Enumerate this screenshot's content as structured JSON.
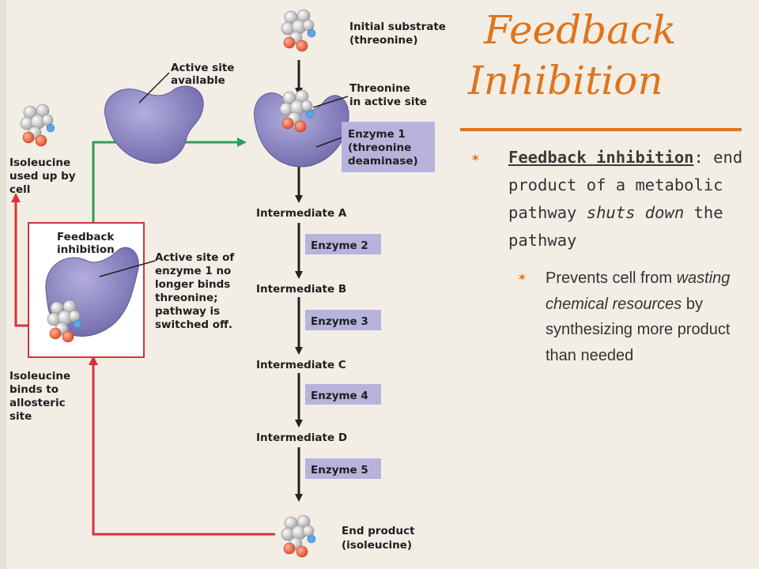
{
  "slide": {
    "title_line1": "Feedback",
    "title_line2": "Inhibition",
    "bullet1": {
      "term": "Feedback inhibition",
      "after_term": ": end product of a metabolic pathway ",
      "emphasis": "shuts down",
      "after_emphasis": " the pathway"
    },
    "bullet2": {
      "before": "Prevents cell from ",
      "emphasis": "wasting chemical resources",
      "after": " by synthesizing more product than needed"
    }
  },
  "diagram": {
    "substrate_line1": "Initial substrate",
    "substrate_line2": "(threonine)",
    "active_site_available_line1": "Active site",
    "active_site_available_line2": "available",
    "threonine_active_line1": "Threonine",
    "threonine_active_line2": "in active site",
    "enzyme1_line1": "Enzyme 1",
    "enzyme1_line2": "(threonine",
    "enzyme1_line3": "deaminase)",
    "isoleucine_used_line1": "Isoleucine",
    "isoleucine_used_line2": "used up by",
    "isoleucine_used_line3": "cell",
    "feedback_label_line1": "Feedback",
    "feedback_label_line2": "inhibition",
    "active_site_no_longer_line1": "Active site of",
    "active_site_no_longer_line2": "enzyme 1 no",
    "active_site_no_longer_line3": "longer binds",
    "active_site_no_longer_line4": "threonine;",
    "active_site_no_longer_line5": "pathway is",
    "active_site_no_longer_line6": "switched off.",
    "isoleucine_binds_line1": "Isoleucine",
    "isoleucine_binds_line2": "binds to",
    "isoleucine_binds_line3": "allosteric",
    "isoleucine_binds_line4": "site",
    "intermediate_a": "Intermediate A",
    "intermediate_b": "Intermediate B",
    "intermediate_c": "Intermediate C",
    "intermediate_d": "Intermediate D",
    "enzyme2": "Enzyme 2",
    "enzyme3": "Enzyme 3",
    "enzyme4": "Enzyme 4",
    "enzyme5": "Enzyme 5",
    "end_product_line1": "End product",
    "end_product_line2": "(isoleucine)"
  },
  "colors": {
    "accent": "#e0741c",
    "enzyme": "#8e88c8",
    "enzyme_label_bg": "#b8b3dc",
    "feedback_arrow": "#d8323a",
    "activation_arrow": "#2e9e57"
  }
}
